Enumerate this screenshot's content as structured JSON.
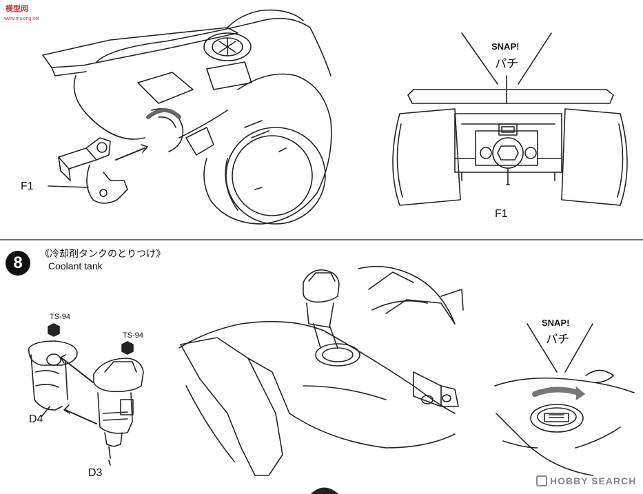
{
  "watermark": {
    "cn_text": "模型网",
    "url_text": "www.moxing.net"
  },
  "top_left": {
    "part_label": "F1"
  },
  "top_right": {
    "snap_en": "SNAP!",
    "snap_jp": "パチ",
    "part_label": "F1"
  },
  "step8": {
    "number": "8",
    "title_jp": "《冷却剤タンクのとりつけ》",
    "title_en": "Coolant tank",
    "paint_code_1": "TS-94",
    "paint_code_2": "TS-94",
    "part_d4": "D4",
    "part_d3": "D3"
  },
  "bottom_right": {
    "snap_en": "SNAP!",
    "snap_jp": "パチ"
  },
  "hobby_search": {
    "text": "HOBBY SEARCH"
  },
  "colors": {
    "line": "#222222",
    "watermark": "#dd3333",
    "hobbysearch": "#888888"
  }
}
